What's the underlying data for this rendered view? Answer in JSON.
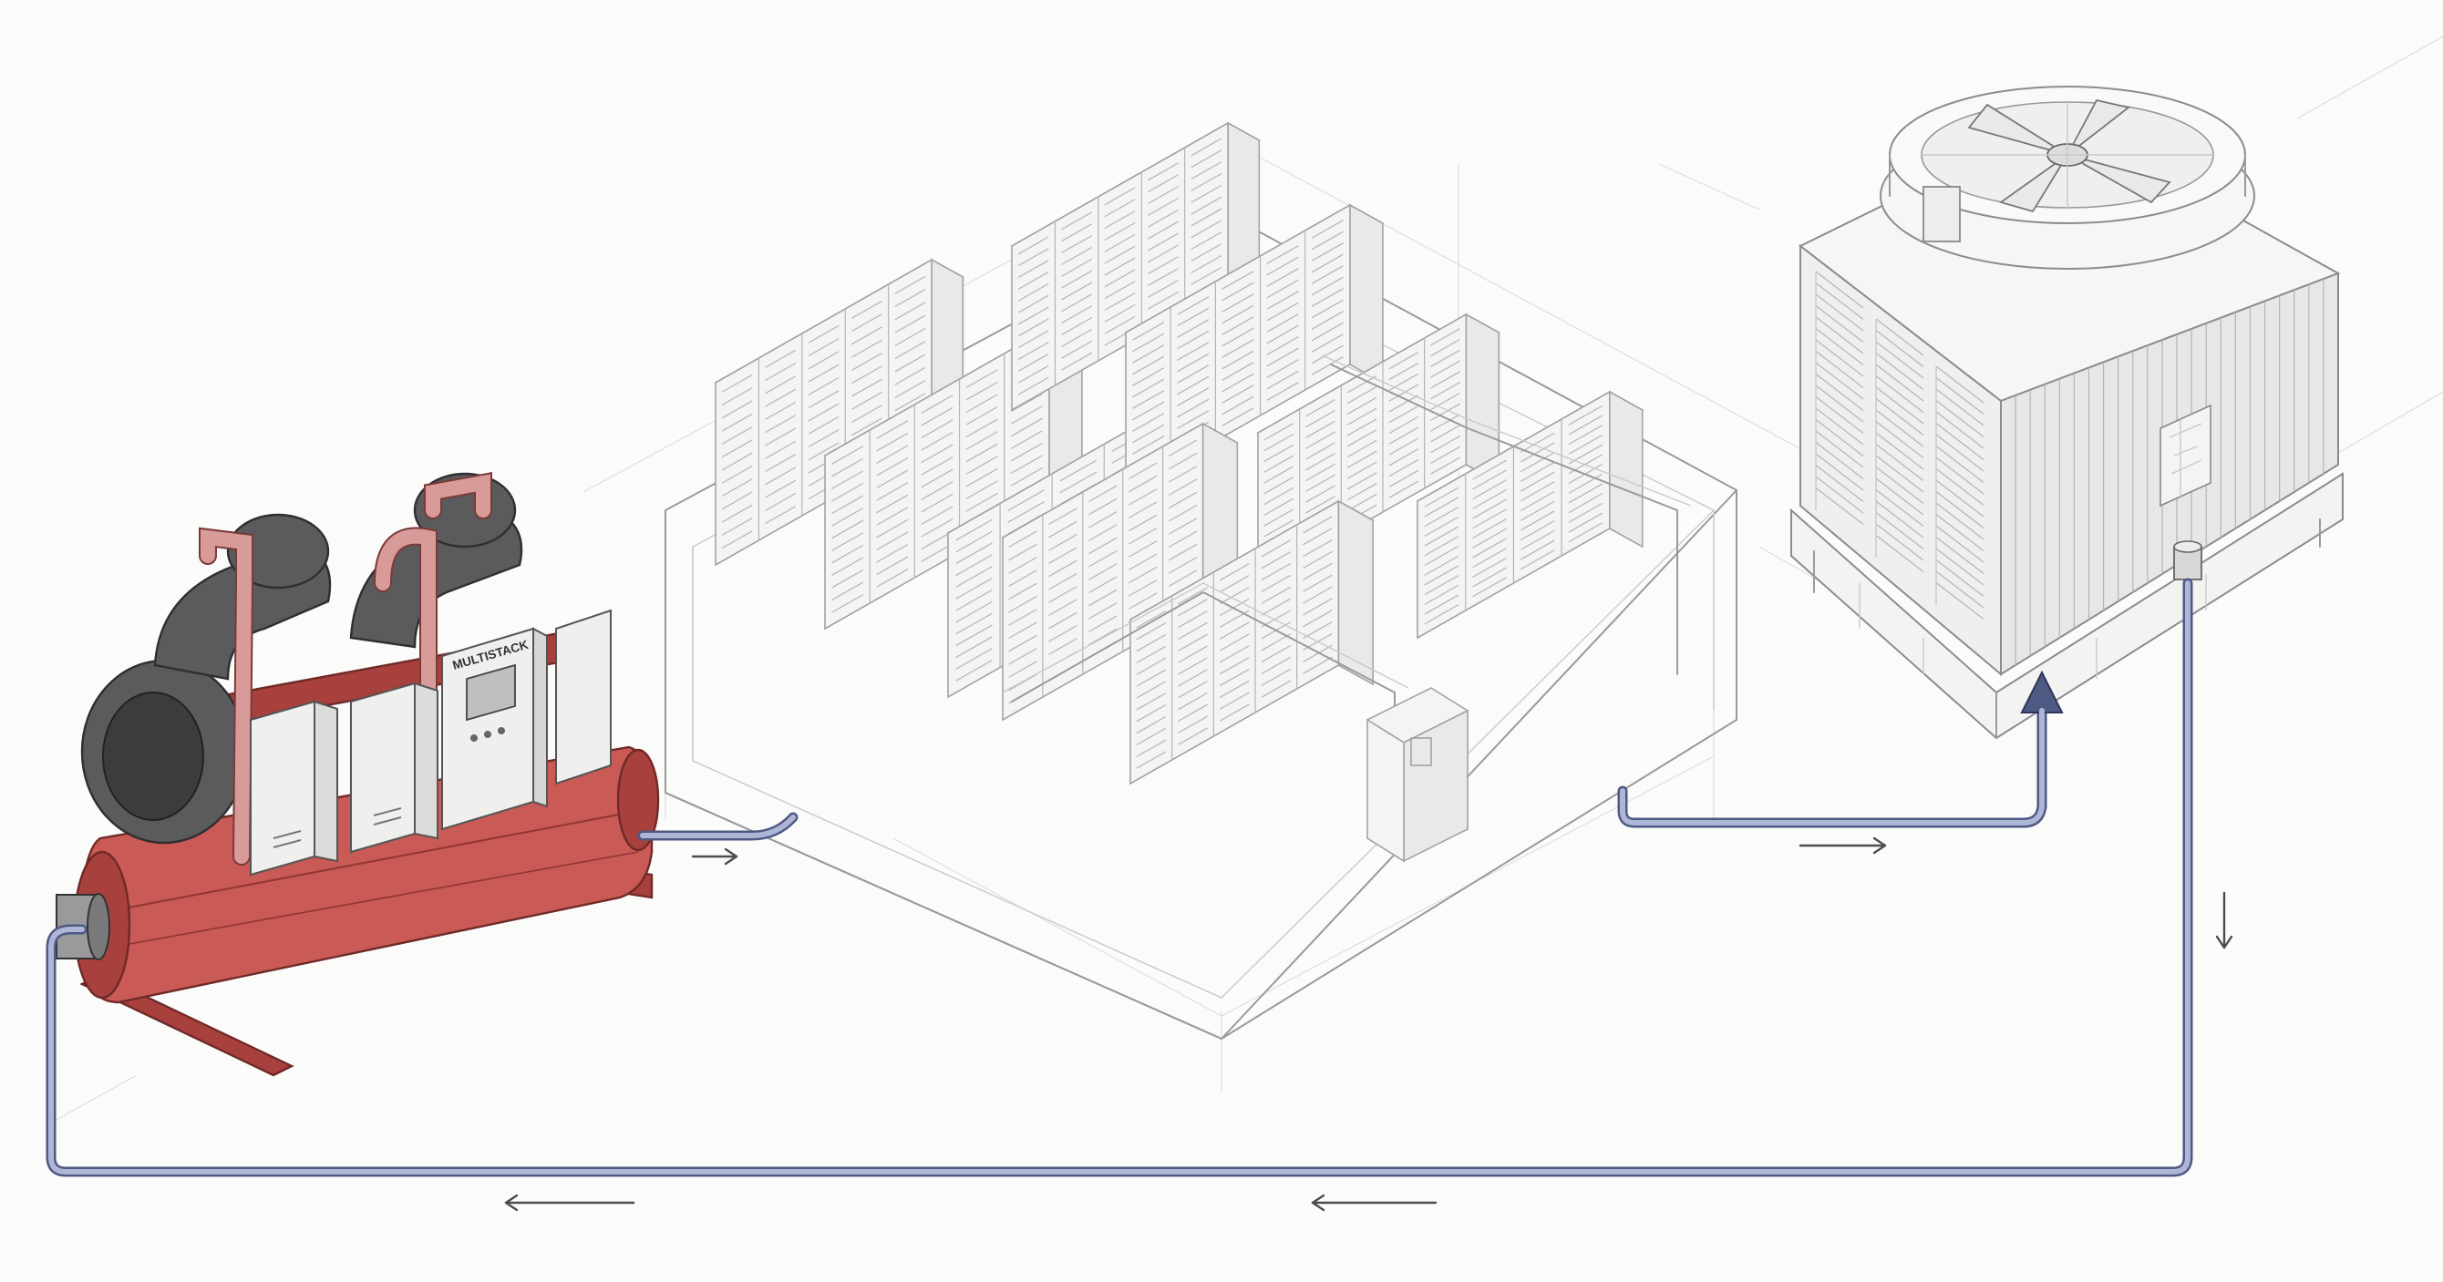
{
  "chiller": {
    "brand_label": "MULTISTACK"
  },
  "colors": {
    "supply_pipe": "#4f5a84",
    "supply_pipe_highlight": "#aeb6d8",
    "chiller_body": "#c95a56",
    "compressor": "#5b5b5d",
    "pencil_line": "#9a9a9a",
    "background": "#fbfbfa"
  },
  "components": {
    "chiller": "water-cooled-chiller-icon",
    "data_hall": "server-room-icon",
    "cooling_tower": "cooling-tower-icon",
    "loop": "water-loop-pipe"
  },
  "flow_arrows": [
    "right",
    "right",
    "up",
    "down",
    "left",
    "left"
  ]
}
